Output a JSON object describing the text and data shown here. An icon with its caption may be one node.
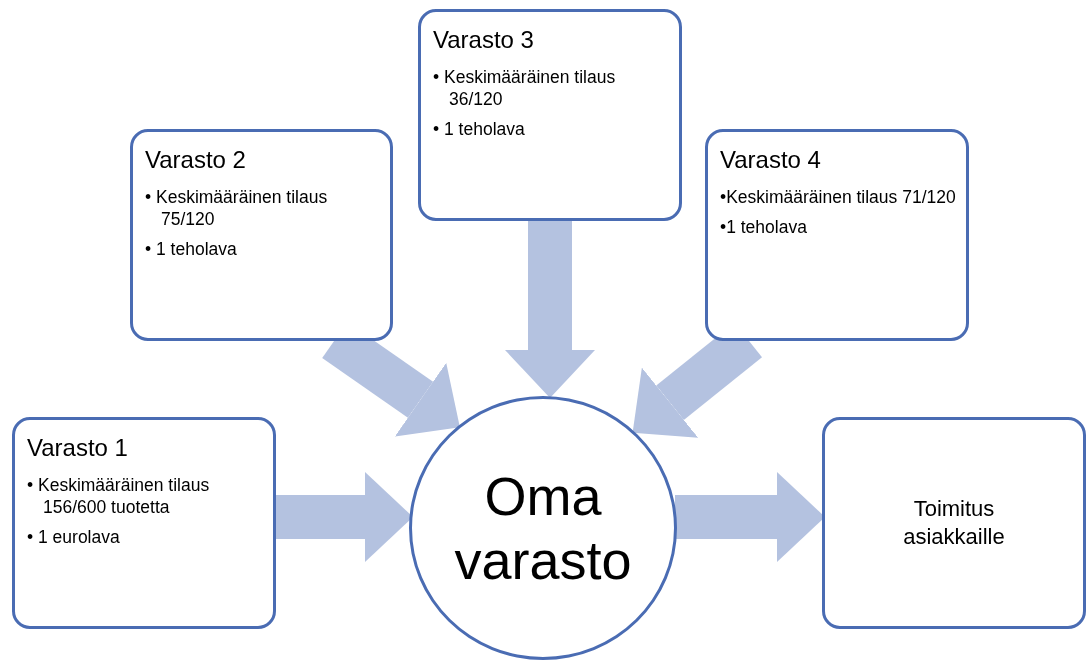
{
  "diagram": {
    "nodes": [
      {
        "text": [
          "Varasto 1",
          "• Keskimääräinen tilaus 156/600 tuotetta",
          "• 1 eurolava"
        ]
      },
      {
        "text": [
          "Varasto 2",
          "• Keskimääräinen tilaus 75/120",
          "• 1 teholava"
        ]
      },
      {
        "text": [
          "Varasto 3",
          "• Keskimääräinen tilaus 36/120",
          "• 1 teholava"
        ]
      },
      {
        "text": [
          "Varasto 4",
          "•Keskimääräinen tilaus 71/120",
          "•1 teholava"
        ]
      },
      {
        "text": [
          "Oma varasto"
        ]
      },
      {
        "text": [
          "Toimitus asiakkaille"
        ]
      }
    ],
    "edges": [
      {
        "from": 0,
        "to": 4,
        "arrow": "to"
      },
      {
        "from": 1,
        "to": 4,
        "arrow": "to"
      },
      {
        "from": 2,
        "to": 4,
        "arrow": "to"
      },
      {
        "from": 3,
        "to": 4,
        "arrow": "to"
      },
      {
        "from": 4,
        "to": 5,
        "arrow": "to"
      }
    ]
  }
}
